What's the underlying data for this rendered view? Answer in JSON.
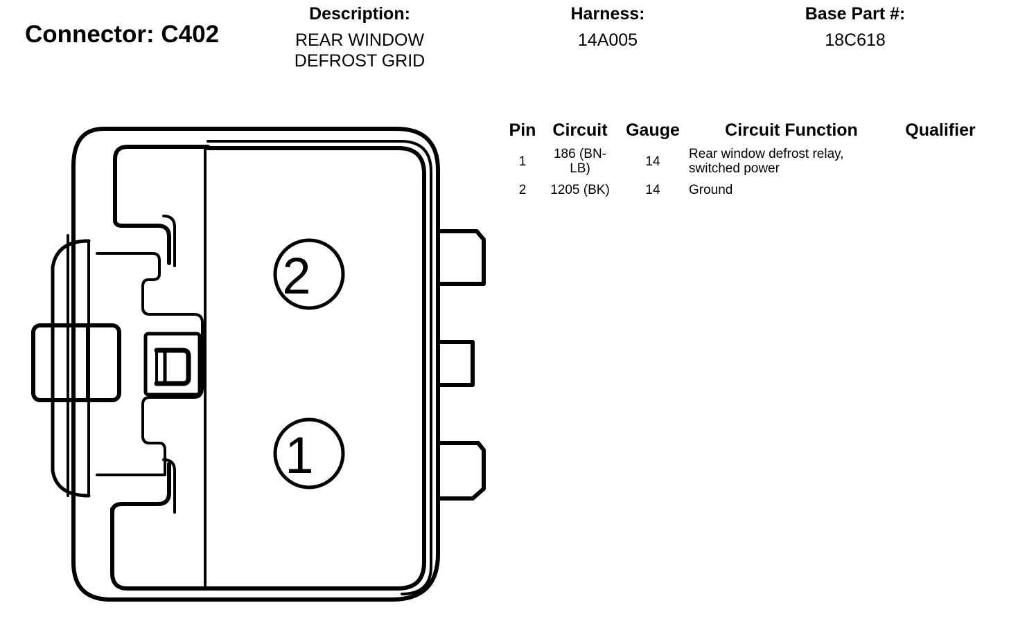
{
  "connector": {
    "title": "Connector: C402"
  },
  "header": {
    "description_label": "Description:",
    "description_lines": [
      "REAR WINDOW",
      "DEFROST GRID"
    ],
    "harness_label": "Harness:",
    "harness_value": "14A005",
    "base_part_label": "Base Part #:",
    "base_part_value": "18C618"
  },
  "pin_table": {
    "columns": [
      "Pin",
      "Circuit",
      "Gauge",
      "Circuit Function",
      "Qualifier"
    ],
    "rows": [
      {
        "pin": "1",
        "circuit": "186 (BN-LB)",
        "gauge": "14",
        "function": "Rear window defrost relay, switched power",
        "qualifier": ""
      },
      {
        "pin": "2",
        "circuit": "1205 (BK)",
        "gauge": "14",
        "function": "Ground",
        "qualifier": ""
      }
    ]
  },
  "diagram": {
    "pin_labels": [
      "2",
      "1"
    ]
  },
  "colors": {
    "line": "#000000",
    "background": "#ffffff"
  }
}
